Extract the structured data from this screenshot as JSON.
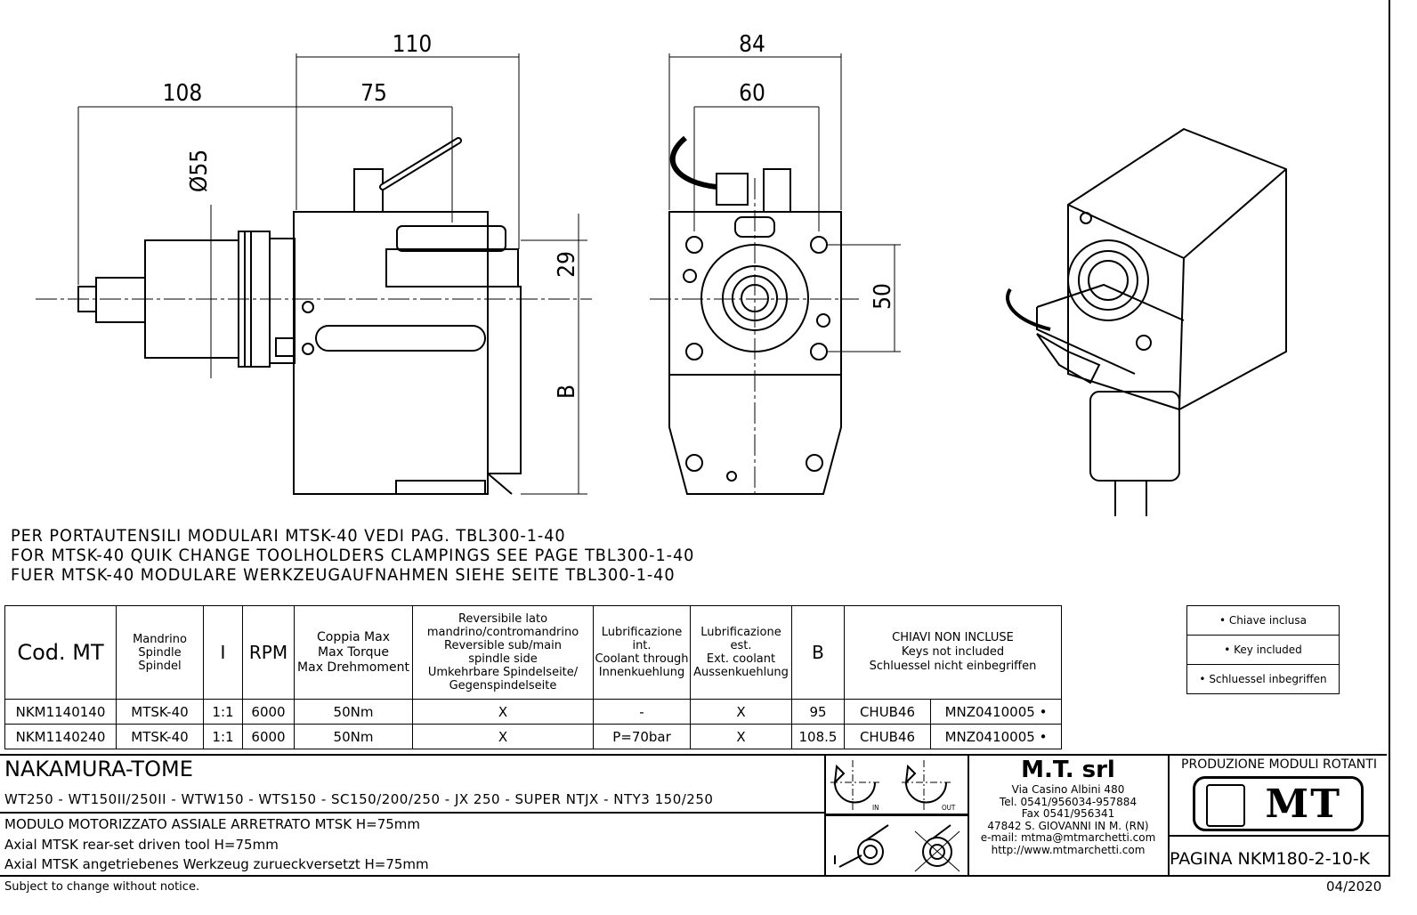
{
  "drawing": {
    "dimensions": {
      "d110": "110",
      "d108": "108",
      "d75": "75",
      "d84": "84",
      "d60": "60",
      "d55": "Ø55",
      "d29": "29",
      "dB": "B",
      "d50": "50"
    }
  },
  "notes": [
    "PER PORTAUTENSILI MODULARI MTSK-40 VEDI PAG. TBL300-1-40",
    "FOR MTSK-40 QUIK CHANGE TOOLHOLDERS CLAMPINGS SEE PAGE TBL300-1-40",
    "FUER MTSK-40 MODULARE WERKZEUGAUFNAHMEN SIEHE SEITE TBL300-1-40"
  ],
  "table": {
    "headers": {
      "code": "Cod. MT",
      "spindle": [
        "Mandrino",
        "Spindle",
        "Spindel"
      ],
      "ratio": "I",
      "rpm": "RPM",
      "torque": [
        "Coppia Max",
        "Max Torque",
        "Max Drehmoment"
      ],
      "reversible": [
        "Reversibile lato",
        "mandrino/contromandrino",
        "Reversible sub/main",
        "spindle side",
        "Umkehrbare Spindelseite/",
        "Gegenspindelseite"
      ],
      "coolant_int": [
        "Lubrificazione int.",
        "Coolant through",
        "Innenkuehlung"
      ],
      "coolant_ext": [
        "Lubrificazione est.",
        "Ext. coolant",
        "Aussenkuehlung"
      ],
      "b": "B",
      "keys": [
        "CHIAVI NON INCLUSE",
        "Keys not included",
        "Schluessel nicht einbegriffen"
      ]
    },
    "rows": [
      {
        "code": "NKM1140140",
        "spindle": "MTSK-40",
        "ratio": "1:1",
        "rpm": "6000",
        "torque": "50Nm",
        "reversible": "X",
        "coolant_int": "-",
        "coolant_ext": "X",
        "b": "95",
        "key1": "CHUB46",
        "key2": "MNZ0410005 •"
      },
      {
        "code": "NKM1140240",
        "spindle": "MTSK-40",
        "ratio": "1:1",
        "rpm": "6000",
        "torque": "50Nm",
        "reversible": "X",
        "coolant_int": "P=70bar",
        "coolant_ext": "X",
        "b": "108.5",
        "key1": "CHUB46",
        "key2": "MNZ0410005 •"
      }
    ]
  },
  "legend": [
    "• Chiave inclusa",
    "• Key included",
    "• Schluessel inbegriffen"
  ],
  "titleblock": {
    "brand": "NAKAMURA-TOME",
    "models": "WT250 - WT150II/250II - WTW150 - WTS150 - SC150/200/250 - JX 250 - SUPER NTJX - NTY3 150/250",
    "desc_it": "MODULO MOTORIZZATO ASSIALE ARRETRATO MTSK H=75mm",
    "desc_en": "Axial MTSK rear-set driven tool H=75mm",
    "desc_de": "Axial MTSK angetriebenes Werkzeug zurueckversetzt H=75mm",
    "rot_in": "IN",
    "rot_out": "OUT",
    "company": {
      "name": "M.T. srl",
      "lines": [
        "Via Casino Albini 480",
        "Tel. 0541/956034-957884",
        "Fax 0541/956341",
        "47842 S. GIOVANNI IN M. (RN)",
        "e-mail: mtma@mtmarchetti.com",
        "http://www.mtmarchetti.com"
      ]
    },
    "production": "PRODUZIONE MODULI ROTANTI",
    "logo_text": "MT",
    "page": "PAGINA NKM180-2-10-K"
  },
  "footer": {
    "disclaimer": "Subject to change without notice.",
    "date": "04/2020"
  }
}
